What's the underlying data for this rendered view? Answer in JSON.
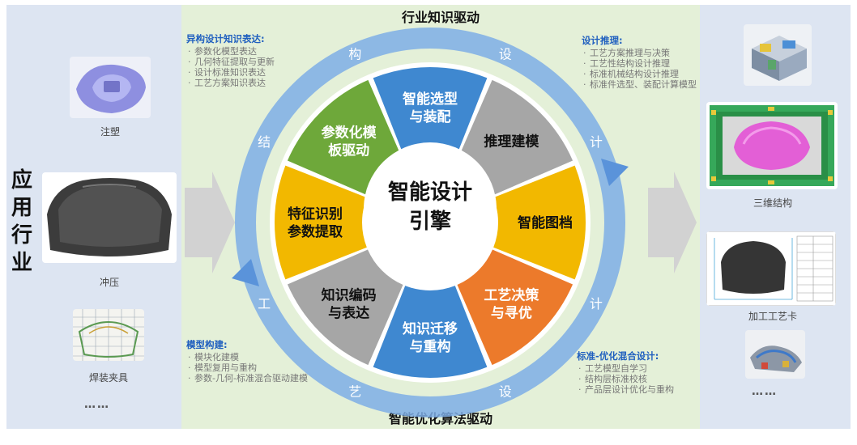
{
  "left_panel": {
    "title": "应用行业",
    "items": [
      {
        "label": "注塑"
      },
      {
        "label": "冲压"
      },
      {
        "label": "焊装夹具"
      }
    ],
    "more": "……"
  },
  "center": {
    "top_driver": "行业知识驱动",
    "bottom_driver": "智能优化算法驱动",
    "core_line1": "智能设计",
    "core_line2": "引擎",
    "outer_ring_top": [
      "结",
      "构",
      "设",
      "计"
    ],
    "outer_ring_bottom": [
      "工",
      "艺",
      "设",
      "计"
    ],
    "segments": [
      {
        "line1": "智能选型",
        "line2": "与装配",
        "color": "#3f88d0"
      },
      {
        "line1": "推理建模",
        "line2": "",
        "color": "#a6a6a6"
      },
      {
        "line1": "智能图档",
        "line2": "",
        "color": "#f2b800"
      },
      {
        "line1": "工艺决策",
        "line2": "与寻优",
        "color": "#ec7a2b"
      },
      {
        "line1": "知识迁移",
        "line2": "与重构",
        "color": "#3f88d0"
      },
      {
        "line1": "知识编码",
        "line2": "与表达",
        "color": "#a6a6a6"
      },
      {
        "line1": "特征识别",
        "line2": "参数提取",
        "color": "#f2b800"
      },
      {
        "line1": "参数化模",
        "line2": "板驱动",
        "color": "#6ea83a"
      }
    ],
    "annotations": {
      "top_left": {
        "heading": "异构设计知识表达:",
        "items": [
          "参数化模型表达",
          "几何特征提取与更新",
          "设计标准知识表达",
          "工艺方案知识表达"
        ]
      },
      "top_right": {
        "heading": "设计推理:",
        "items": [
          "工艺方案推理与决策",
          "工艺性结构设计推理",
          "标准机械结构设计推理",
          "标准件选型、装配计算模型"
        ]
      },
      "bottom_left": {
        "heading": "模型构建:",
        "items": [
          "模块化建模",
          "模型复用与重构",
          "参数-几何-标准混合驱动建模"
        ]
      },
      "bottom_right": {
        "heading": "标准-优化混合设计:",
        "items": [
          "工艺模型自学习",
          "结构层标准校核",
          "产品层设计优化与重构"
        ]
      }
    }
  },
  "right_panel": {
    "items": [
      {
        "label": "三维结构"
      },
      {
        "label": "加工工艺卡"
      }
    ],
    "more": "……"
  }
}
